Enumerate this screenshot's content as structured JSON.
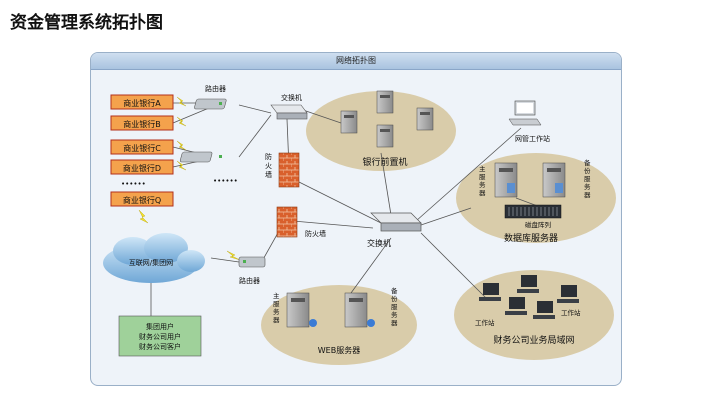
{
  "title": "资金管理系统拓扑图",
  "diagram_header": "网络拓扑图",
  "banks": [
    {
      "label": "商业银行A"
    },
    {
      "label": "商业银行B"
    },
    {
      "label": "商业银行C"
    },
    {
      "label": "商业银行D"
    },
    {
      "label": "商业银行Q"
    }
  ],
  "ellipsis": "••••••",
  "router_top_label": "路由器",
  "router_bottom_label": "路由器",
  "switch_top_label": "交换机",
  "switch_main_label": "交换机",
  "firewall_top_label": "防火墙",
  "firewall_bottom_label": "防火墙",
  "cloud_label": "互联网/集团网",
  "users_box": [
    "集团用户",
    "财务公司用户",
    "财务公司客户"
  ],
  "bank_front_label": "银行前置机",
  "mgmt_label": "网管工作站",
  "db_main_label": "主服务器",
  "db_backup_label": "备份服务器",
  "disk_array_label": "磁盘阵列",
  "db_group_label": "数据库服务器",
  "web_main_label": "主服务器",
  "web_backup_label": "备份服务器",
  "web_group_label": "WEB服务器",
  "ws_label_left": "工作站",
  "ws_label_right": "工作站",
  "lan_label": "财务公司业务局域网",
  "colors": {
    "bank_fill": "#f4a24c",
    "bank_border": "#b3301c",
    "ellipse": "#d9ccaa",
    "lightning": "#f2e02b",
    "firewall": "#d9602c",
    "users_box": "#9fd19a"
  }
}
